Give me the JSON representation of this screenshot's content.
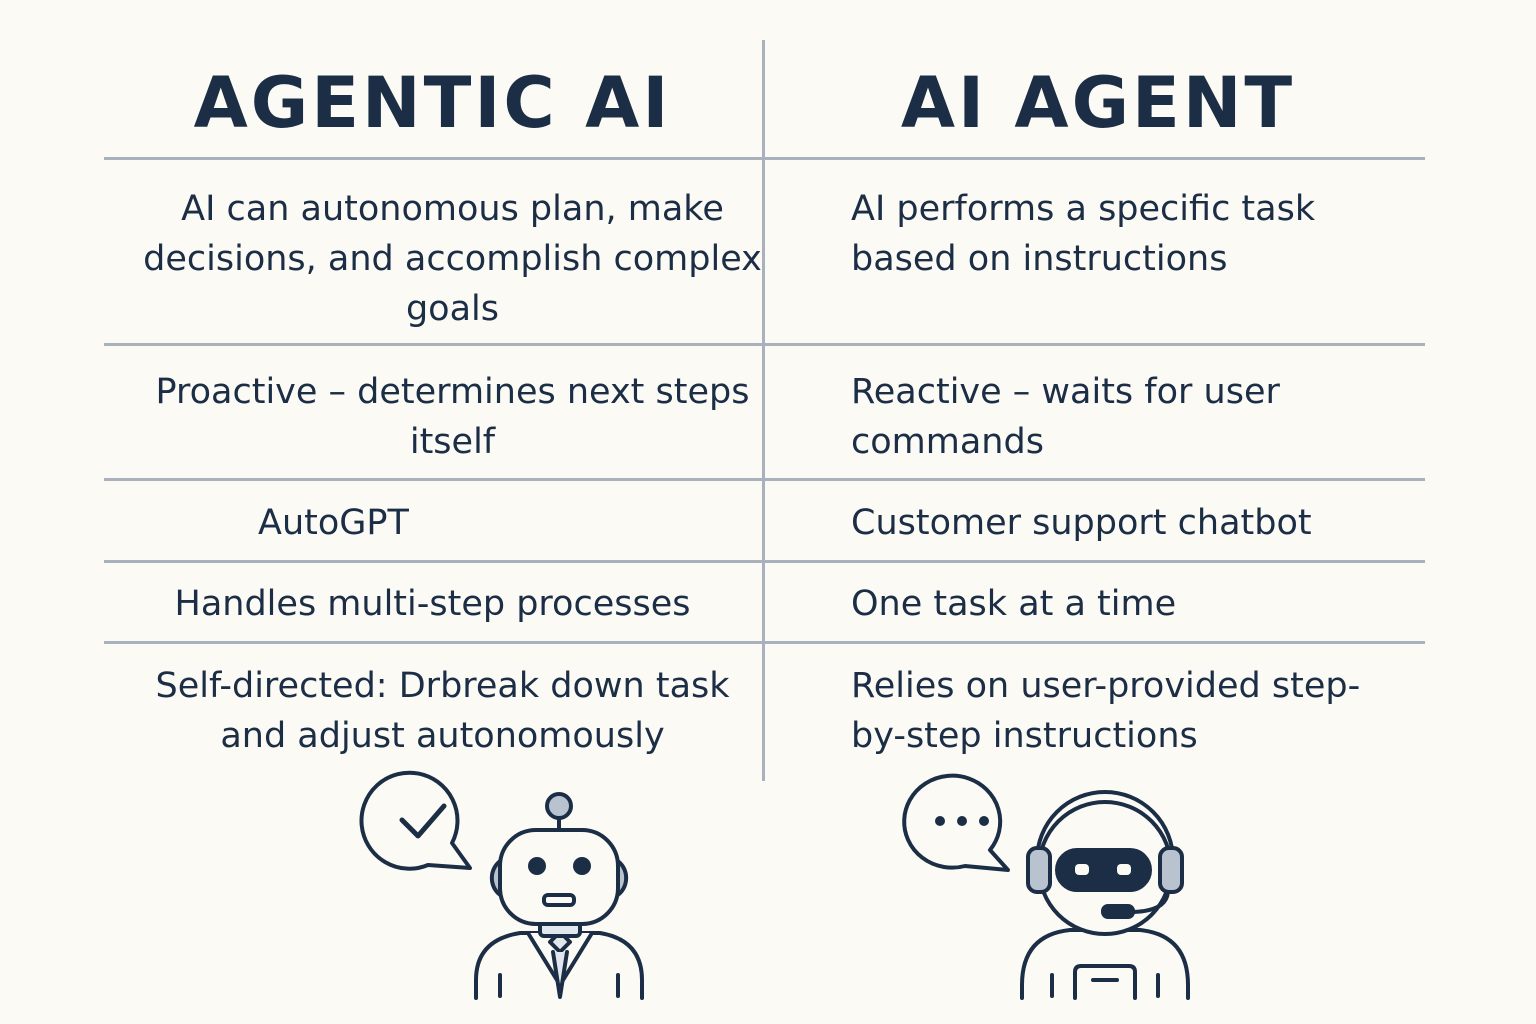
{
  "headers": {
    "left": "AGENTIC AI",
    "right": "AI AGENT"
  },
  "rows": [
    {
      "left": "AI can autonomous plan, make\ndecisions, and accomplish complex\ngoals",
      "right": "AI performs a specific task\nbased on instructions"
    },
    {
      "left": "Proactive – determines next steps\nitself",
      "right": "Reactive – waits for user\ncommands"
    },
    {
      "left": "AutoGPT",
      "right": "Customer support chatbot"
    },
    {
      "left": "Handles multi-step processes",
      "right": "One task at a time"
    },
    {
      "left": "Self-directed: Drbreak down task\nand adjust autonomously",
      "right": "Relies on user-provided step-\nby-step instructions"
    }
  ],
  "icons": {
    "left_bubble": "checkmark-speech-bubble-icon",
    "left_robot": "robot-with-antenna-and-tie-icon",
    "right_bubble": "ellipsis-speech-bubble-icon",
    "right_robot": "robot-with-headset-icon"
  },
  "colors": {
    "ink": "#1b2e46",
    "divider": "#a9b1bc",
    "accent_fill": "#e1e7ee",
    "background": "#fcfaf4"
  }
}
